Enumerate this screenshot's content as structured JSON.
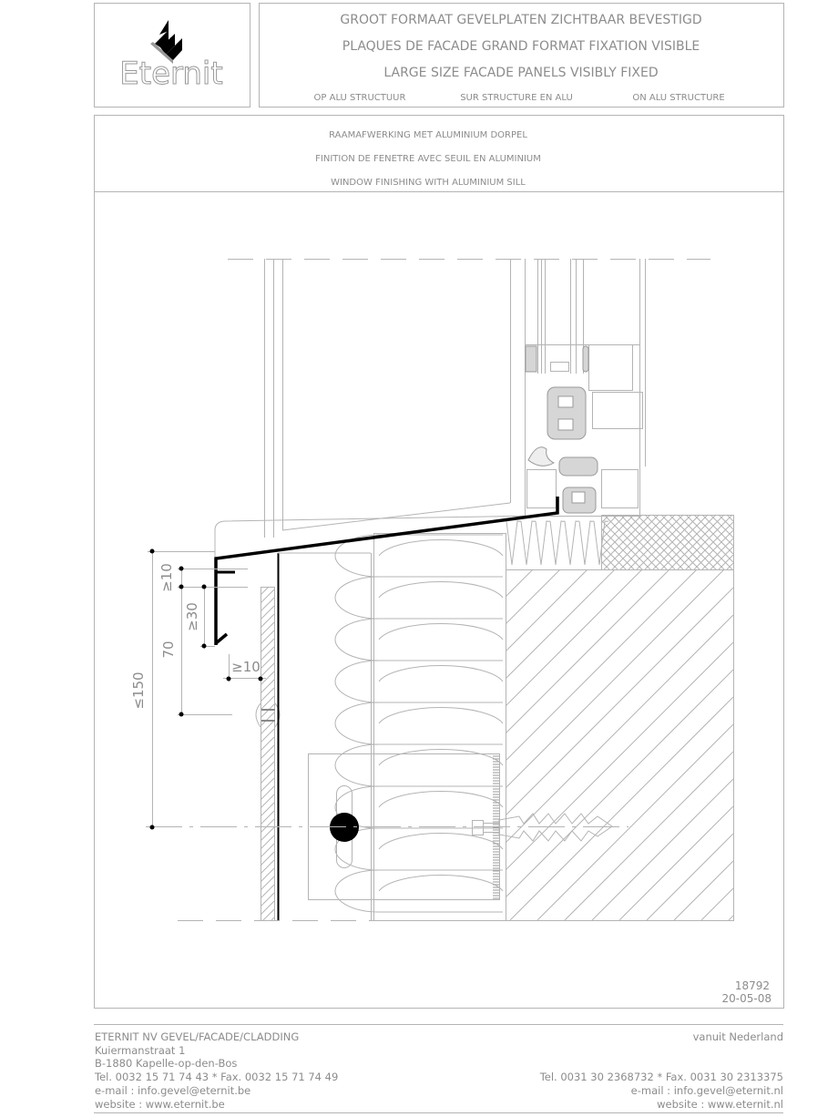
{
  "logo": {
    "text": "Eternit"
  },
  "header": {
    "lines": [
      "GROOT FORMAAT GEVELPLATEN ZICHTBAAR BEVESTIGD",
      "PLAQUES DE FACADE GRAND FORMAT FIXATION VISIBLE",
      "LARGE SIZE FACADE PANELS VISIBLY FIXED"
    ],
    "structure": [
      "OP ALU STRUCTUUR",
      "SUR STRUCTURE EN ALU",
      "ON ALU STRUCTURE"
    ]
  },
  "subtitle": {
    "lines": [
      "RAAMAFWERKING MET ALUMINIUM DORPEL",
      "FINITION DE FENETRE AVEC SEUIL EN ALUMINIUM",
      "WINDOW FINISHING WITH ALUMINIUM SILL"
    ]
  },
  "dimensions": {
    "total": "≤150",
    "overlap": "70",
    "drip_min": "≥30",
    "top_min": "≥10",
    "gap_min": "≥10"
  },
  "drawing": {
    "number": "18792",
    "date": "20-05-08"
  },
  "footer": {
    "left": [
      "ETERNIT NV   GEVEL/FACADE/CLADDING",
      "Kuiermanstraat 1",
      "B-1880 Kapelle-op-den-Bos",
      "Tel. 0032 15 71 74 43 * Fax. 0032 15 71 74 49",
      "e-mail : info.gevel@eternit.be",
      "website : www.eternit.be"
    ],
    "right": [
      "vanuit Nederland",
      "Tel. 0031 30 2368732 * Fax. 0031 30 2313375",
      "e-mail : info.gevel@eternit.nl",
      "website : www.eternit.nl"
    ]
  }
}
